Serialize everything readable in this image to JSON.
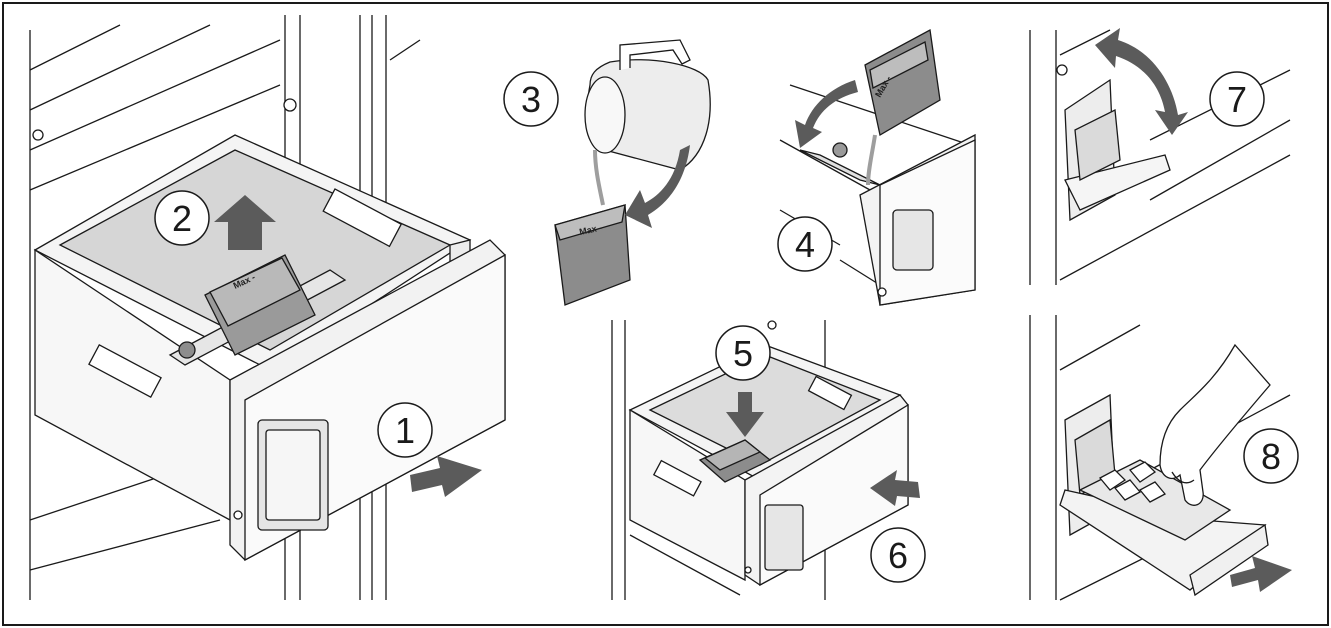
{
  "diagram": {
    "steps": [
      {
        "number": "1",
        "action": "pull-drawer-out"
      },
      {
        "number": "2",
        "action": "remove-ice-tray"
      },
      {
        "number": "3",
        "action": "pour-water"
      },
      {
        "number": "4",
        "action": "insert-filled-tray"
      },
      {
        "number": "5",
        "action": "press-tray-down"
      },
      {
        "number": "6",
        "action": "push-drawer-in"
      },
      {
        "number": "7",
        "action": "twist-ice-tray"
      },
      {
        "number": "8",
        "action": "remove-ice-cubes"
      }
    ],
    "tray_fill_mark": "Max -",
    "colors": {
      "line": "#1a1a1a",
      "arrow": "#5b5b5b",
      "tray_fill": "#8c8c8c",
      "shade": "#d9d9d9",
      "frame_bg": "#ffffff"
    }
  }
}
